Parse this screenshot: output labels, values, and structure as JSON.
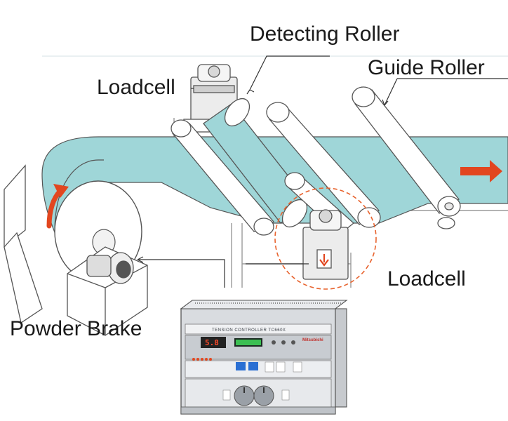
{
  "labels": {
    "detecting_roller": "Detecting Roller",
    "guide_roller": "Guide Roller",
    "loadcell_top": "Loadcell",
    "loadcell_bottom": "Loadcell",
    "powder_brake": "Powder Brake"
  },
  "controller": {
    "title": "TENSION CONTROLLER TC660X",
    "brand": "Mitsubishi",
    "readout": "5.8"
  },
  "colors": {
    "web": "#9fd6d8",
    "web_dark": "#7cc2c6",
    "arrow": "#e2461f",
    "highlight_circle": "#e8632e",
    "line": "#333333",
    "panel_face": "#e4e6ea",
    "panel_display": "#222222"
  }
}
